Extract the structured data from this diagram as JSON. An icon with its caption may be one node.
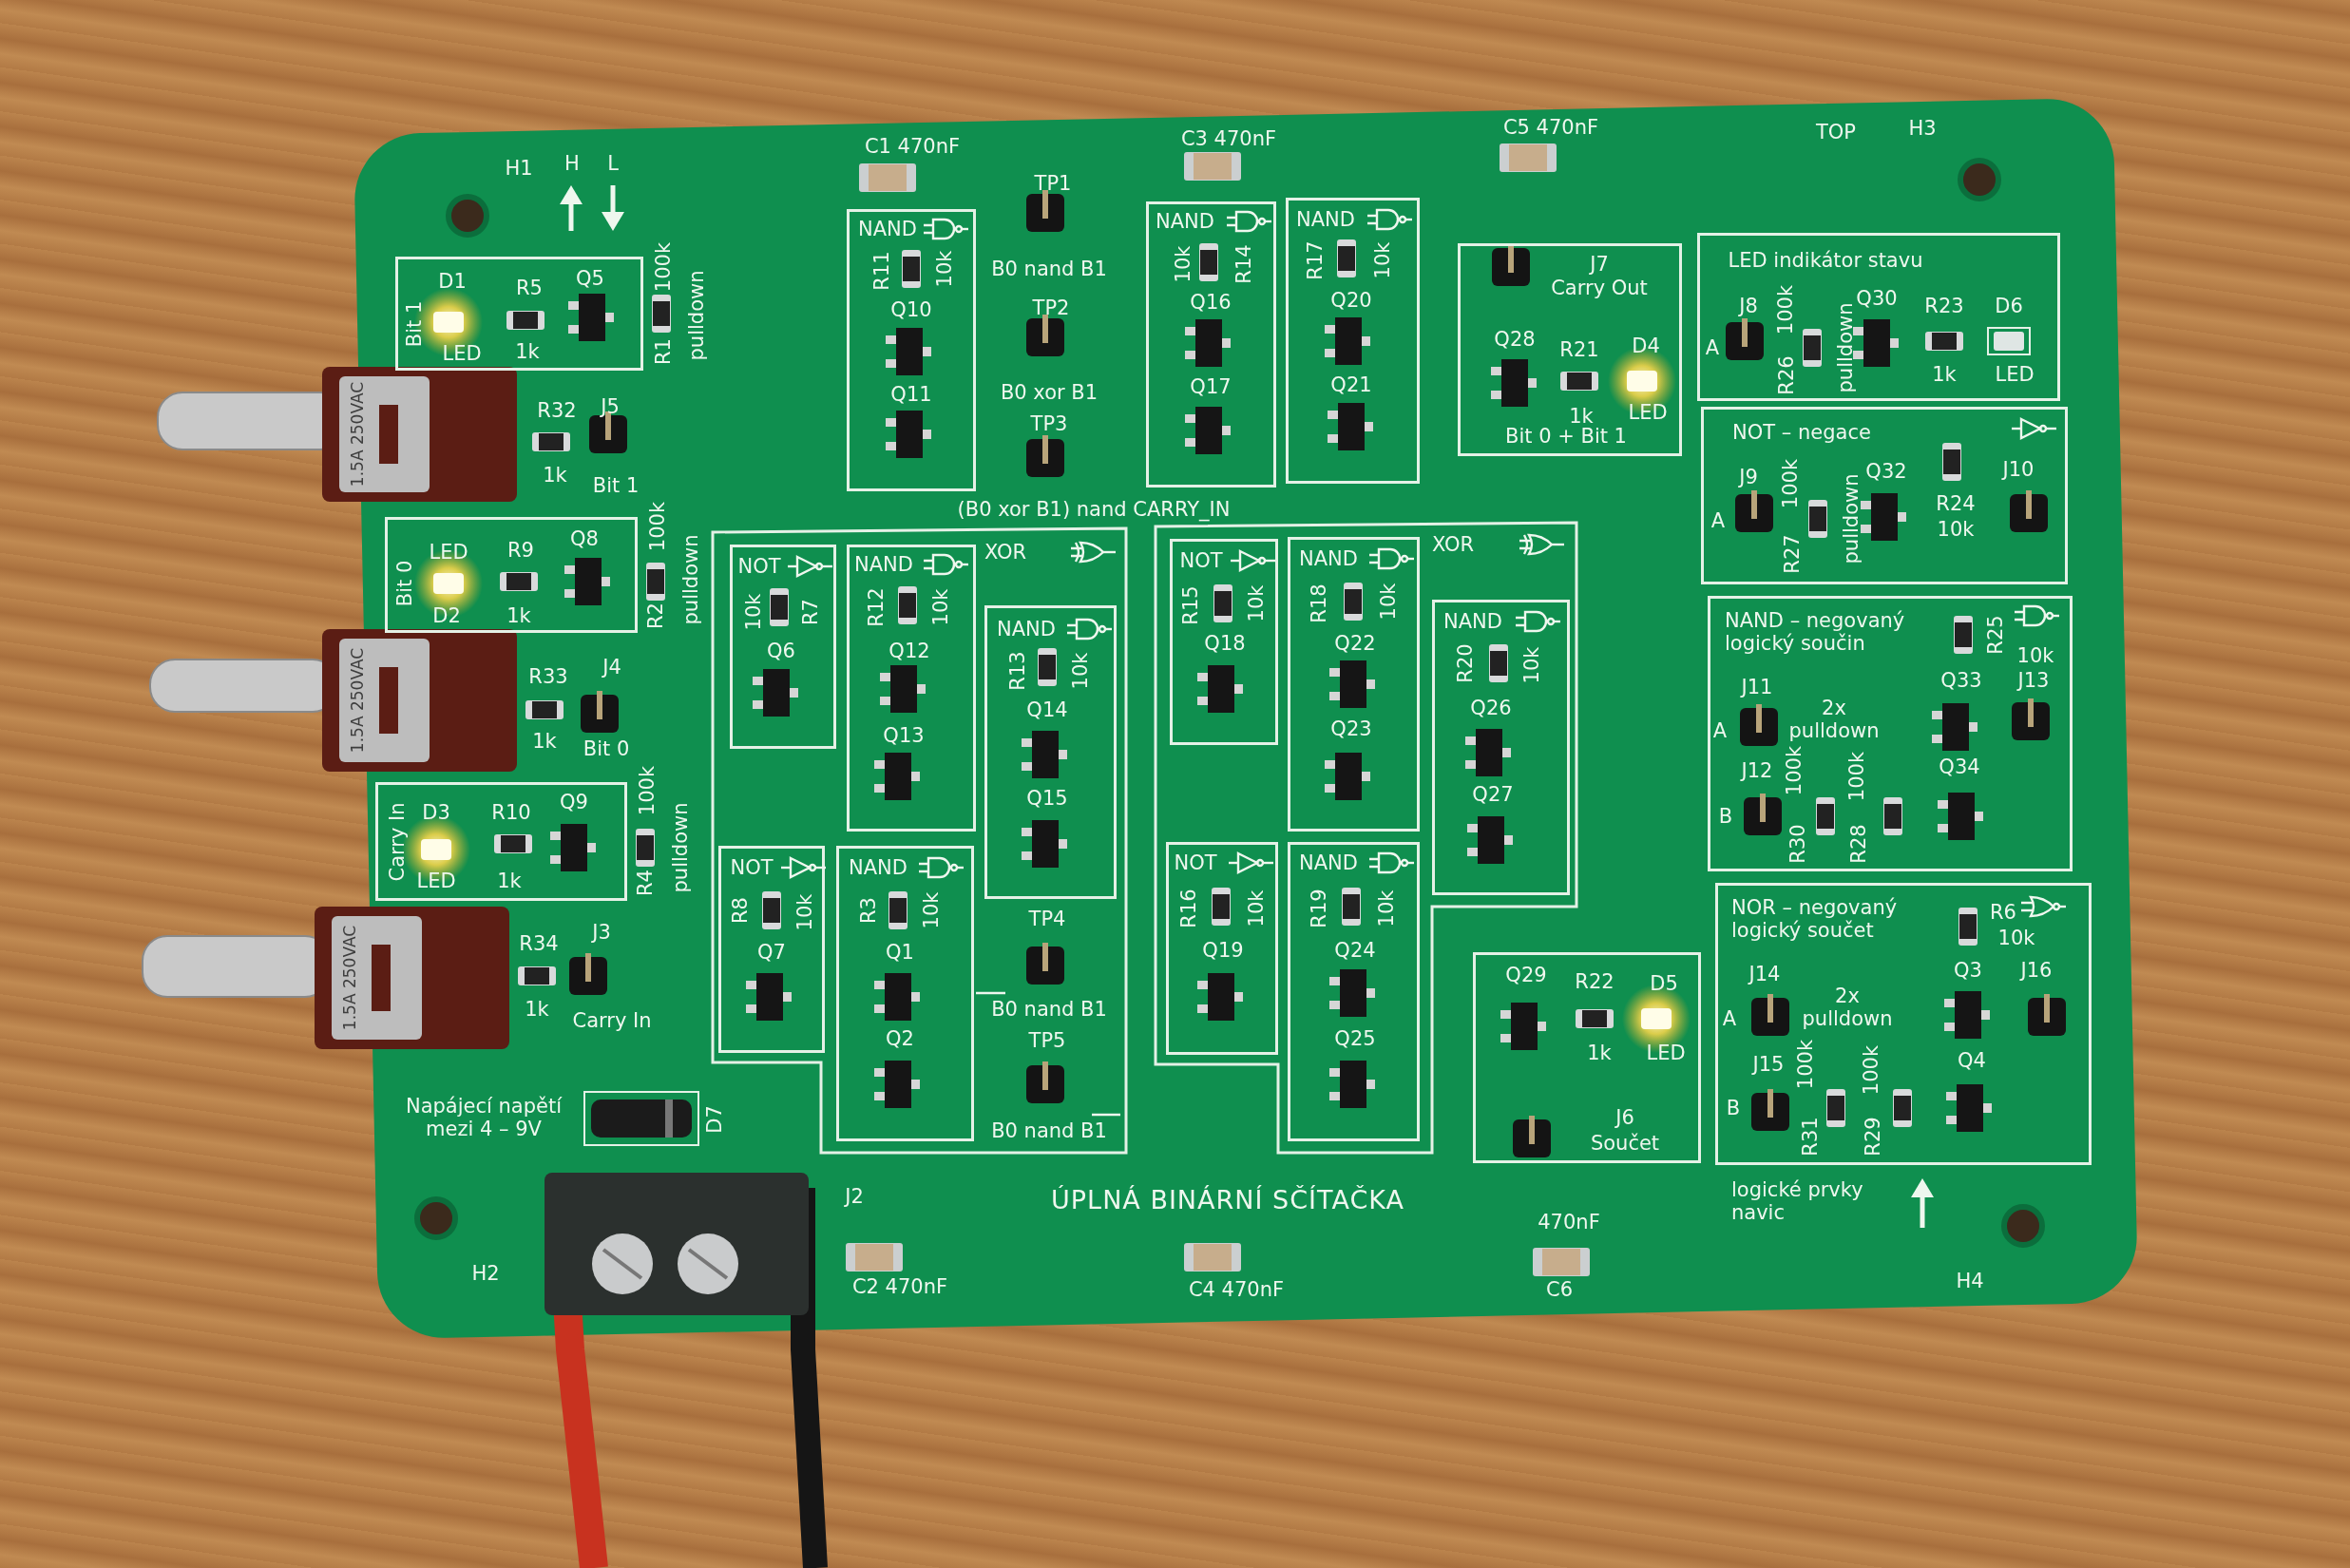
{
  "diagram": {
    "title": "ÚPLNÁ BINÁRNÍ SČÍTAČKA",
    "nodes": [
      {
        "text": [
          "D1",
          "Bit 1",
          "LED",
          "R5",
          "1k",
          "Q5"
        ]
      },
      {
        "text": [
          "NAND",
          "R11",
          "10k",
          "Q10",
          "Q11"
        ]
      },
      {
        "text": [
          "NAND",
          "10k",
          "R14",
          "Q16",
          "Q17"
        ]
      },
      {
        "text": [
          "NAND",
          "R17",
          "10k",
          "Q20",
          "Q21"
        ]
      },
      {
        "text": [
          "J7",
          "Carry Out",
          "Q28",
          "R21",
          "D4",
          "1k",
          "LED",
          "Bit 0 + Bit 1"
        ]
      },
      {
        "text": [
          "LED indikátor stavu",
          "J8",
          "A",
          "100k",
          "R26",
          "pulldown",
          "Q30",
          "R23",
          "D6",
          "1k",
          "LED"
        ]
      },
      {
        "text": [
          "NOT – negace",
          "J9",
          "A",
          "100k",
          "R27",
          "pulldown",
          "Q32",
          "R24",
          "10k",
          "J10"
        ]
      },
      {
        "text": [
          "LED",
          "Bit 0",
          "D2",
          "R9",
          "1k",
          "Q8"
        ]
      },
      {
        "text": [
          "XOR",
          "TP4",
          "B0 nand B1",
          "TP5",
          "B0 nand B1"
        ]
      },
      {
        "text": [
          "NOT",
          "10k",
          "R7",
          "Q6"
        ],
        "in": 8
      },
      {
        "text": [
          "NAND",
          "R12",
          "10k",
          "Q12",
          "Q13"
        ],
        "in": 8
      },
      {
        "text": [
          "NAND",
          "R13",
          "10k",
          "Q14",
          "Q15"
        ],
        "in": 8
      },
      {
        "text": [
          "NOT",
          "R8",
          "10k",
          "Q7"
        ],
        "in": 8
      },
      {
        "text": [
          "NAND",
          "R3",
          "10k",
          "Q1",
          "Q2"
        ],
        "in": 8
      },
      {
        "text": [
          "XOR"
        ]
      },
      {
        "text": [
          "NOT",
          "R15",
          "10k",
          "Q18"
        ],
        "in": 14
      },
      {
        "text": [
          "NAND",
          "R18",
          "10k",
          "Q22",
          "Q23"
        ],
        "in": 14
      },
      {
        "text": [
          "NAND",
          "R20",
          "10k",
          "Q26",
          "Q27"
        ],
        "in": 14
      },
      {
        "text": [
          "NOT",
          "R16",
          "10k",
          "Q19"
        ],
        "in": 14
      },
      {
        "text": [
          "NAND",
          "R19",
          "10k",
          "Q24",
          "Q25"
        ],
        "in": 14
      },
      {
        "text": [
          "NAND – negovaný logický součin",
          "R25",
          "10k",
          "J11",
          "Q33",
          "J13",
          "A",
          "2x pulldown",
          "J12",
          "100k",
          "Q34",
          "B",
          "R30",
          "R28",
          "100k"
        ]
      },
      {
        "text": [
          "D3",
          "Carry In",
          "R10",
          "Q9",
          "LED",
          "1k"
        ]
      },
      {
        "text": [
          "Q29",
          "R22",
          "D5",
          "1k",
          "LED",
          "J6",
          "Součet"
        ]
      },
      {
        "text": [
          "NOR – negovaný logický součet",
          "R6",
          "10k",
          "J14",
          "Q3",
          "J16",
          "A",
          "2x pulldown",
          "J15",
          "100k",
          "100k",
          "Q4",
          "B",
          "R31",
          "R29"
        ]
      }
    ],
    "labels": [
      "H1",
      "H",
      "L",
      "C1 470nF",
      "C3 470nF",
      "C5 470nF",
      "TOP",
      "H3",
      "TP1",
      "100k",
      "B0 nand B1",
      "pulldown",
      "TP2",
      "R1",
      "B0 xor B1",
      "R32",
      "J5",
      "TP3",
      "1.5A 250VAC",
      "1k",
      "Bit 1",
      "(B0 xor B1) nand CARRY_IN",
      "100k",
      "pulldown",
      "R2",
      "R33",
      "J4",
      "1.5A 250VAC",
      "1k",
      "Bit 0",
      "100k",
      "pulldown",
      "R4",
      "J3",
      "R34",
      "1.5A 250VAC",
      "1k",
      "Carry In",
      "Napájecí napětí mezi 4 – 9V",
      "D7",
      "J2",
      "logické prvky navic",
      "470nF",
      "H2",
      "C2 470nF",
      "H4",
      "C4 470nF",
      "C6"
    ]
  }
}
